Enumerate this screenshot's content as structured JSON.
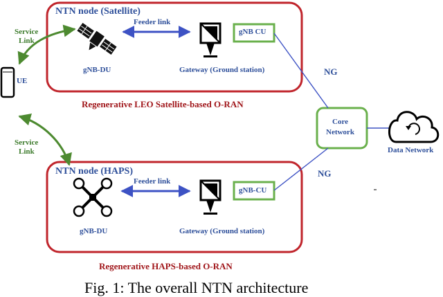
{
  "satellite_box": {
    "title": "NTN node (Satellite)",
    "du_label": "gNB-DU",
    "feeder_label": "Feeder link",
    "gateway_label": "Gateway (Ground station)",
    "cu_label": "gNB CU",
    "footer": "Regenerative LEO Satellite-based O-RAN"
  },
  "haps_box": {
    "title": "NTN node (HAPS)",
    "du_label": "gNB-DU",
    "feeder_label": "Feeder link",
    "gateway_label": "Gateway (Ground station)",
    "cu_label": "gNB-CU",
    "footer": "Regenerative HAPS-based O-RAN"
  },
  "ue_label": "UE",
  "service_link_top": [
    "Service",
    "Link"
  ],
  "service_link_bottom": [
    "Service",
    "Link"
  ],
  "ng_top": "NG",
  "ng_bottom": "NG",
  "core_network": [
    "Core",
    "Network"
  ],
  "data_network": "Data Network",
  "caption": "Fig. 1: The overall NTN architecture",
  "colors": {
    "red": "#c0252c",
    "green": "#6ab04c",
    "blue": "#3d52c4",
    "dark_green": "#3b7a2a",
    "navy": "#2e4f9a"
  }
}
